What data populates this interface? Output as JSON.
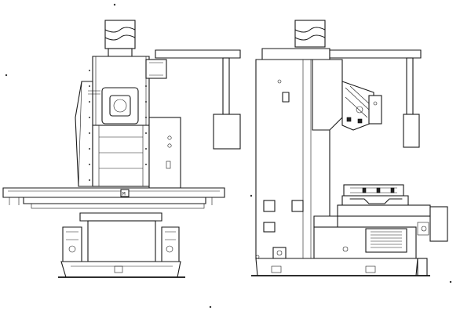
{
  "figure": {
    "views": [
      {
        "id": "front-view"
      },
      {
        "id": "side-view"
      }
    ],
    "table_mark": "M"
  }
}
